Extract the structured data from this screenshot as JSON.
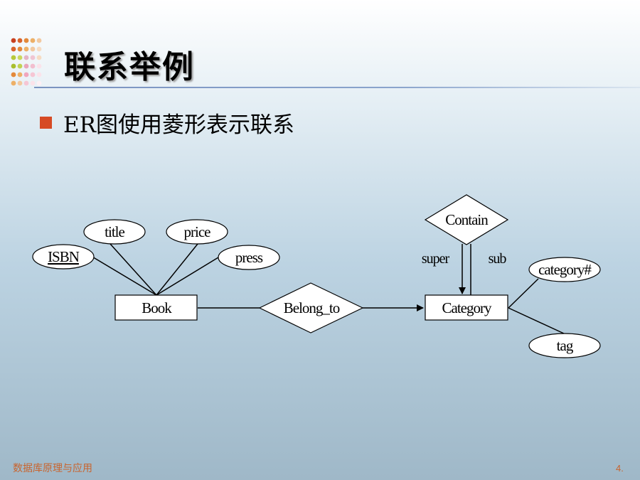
{
  "slide": {
    "title": "联系举例",
    "bullet": "ER图使用菱形表示联系",
    "footer_left": "数据库原理与应用",
    "footer_right": "4."
  },
  "colors": {
    "bullet_square": "#d64a24",
    "footer_text": "#c8642e",
    "rule": "#7a93c0"
  },
  "diagram": {
    "entities": {
      "book": "Book",
      "category": "Category"
    },
    "relationships": {
      "belong_to": "Belong_to",
      "contain": "Contain"
    },
    "attributes": {
      "isbn": "ISBN",
      "title": "title",
      "price": "price",
      "press": "press",
      "category_no": "category#",
      "tag": "tag"
    },
    "roles": {
      "super": "super",
      "sub": "sub"
    }
  }
}
